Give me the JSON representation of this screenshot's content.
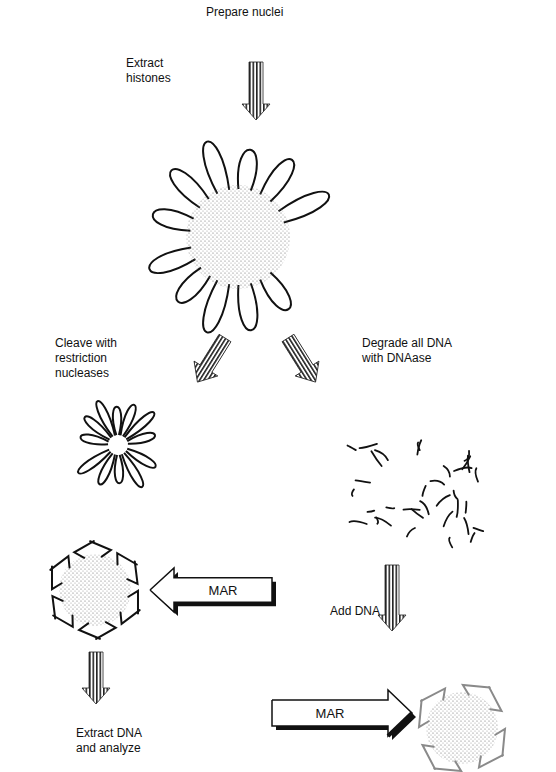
{
  "diagram": {
    "nodes": [
      {
        "text": [
          "MAR"
        ]
      },
      {
        "text": [
          "MAR"
        ]
      }
    ],
    "labels": [
      "Prepare nuclei",
      "Extract histones",
      "Cleave with restriction nucleases",
      "Degrade all DNA with DNAase",
      "Add DNA",
      "Extract DNA and analyze"
    ]
  }
}
